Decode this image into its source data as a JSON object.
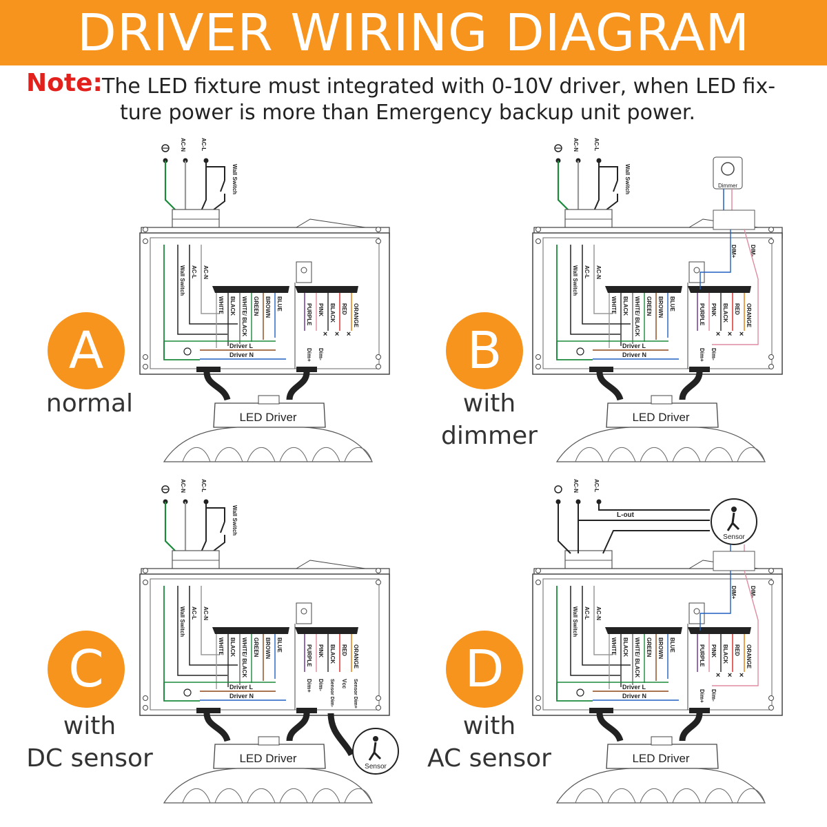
{
  "banner": {
    "title": "DRIVER WIRING DIAGRAM"
  },
  "note": {
    "label": "Note:",
    "line1": "The LED fixture must integrated with 0-10V driver, when LED fix-",
    "line2": "ture power is more than Emergency backup unit power."
  },
  "colors": {
    "accent": "#f7941d",
    "note_red": "#e3211c"
  },
  "variants": {
    "A": {
      "letter": "A",
      "caption_line1": "normal",
      "caption_line2": ""
    },
    "B": {
      "letter": "B",
      "caption_line1": "with",
      "caption_line2": "dimmer"
    },
    "C": {
      "letter": "C",
      "caption_line1": "with",
      "caption_line2": "DC sensor"
    },
    "D": {
      "letter": "D",
      "caption_line1": "with",
      "caption_line2": "AC sensor"
    }
  },
  "labels": {
    "ac_n": "AC-N",
    "ac_l": "AC-L",
    "wall_switch": "Wall Switch",
    "wire_colors": [
      "WHITE",
      "BLACK",
      "WHITE/ BLACK",
      "GREEN",
      "BROWN",
      "BLUE"
    ],
    "dim_wires": [
      "PURPLE",
      "PINK",
      "BLACK",
      "RED",
      "ORANGE"
    ],
    "driver_l": "Driver L",
    "driver_n": "Driver N",
    "dim_plus": "Dim+",
    "dim_minus": "Dim-",
    "dim_plus_caps": "DIM+",
    "dim_minus_caps": "DIM-",
    "sensor_dim_minus": "Sensor Dim-",
    "vcc": "Vcc",
    "sensor_dim_plus": "Sensor Dim+",
    "led_driver": "LED Driver",
    "dimmer": "Dimmer",
    "sensor": "Sensor",
    "l_out": "L-out"
  }
}
